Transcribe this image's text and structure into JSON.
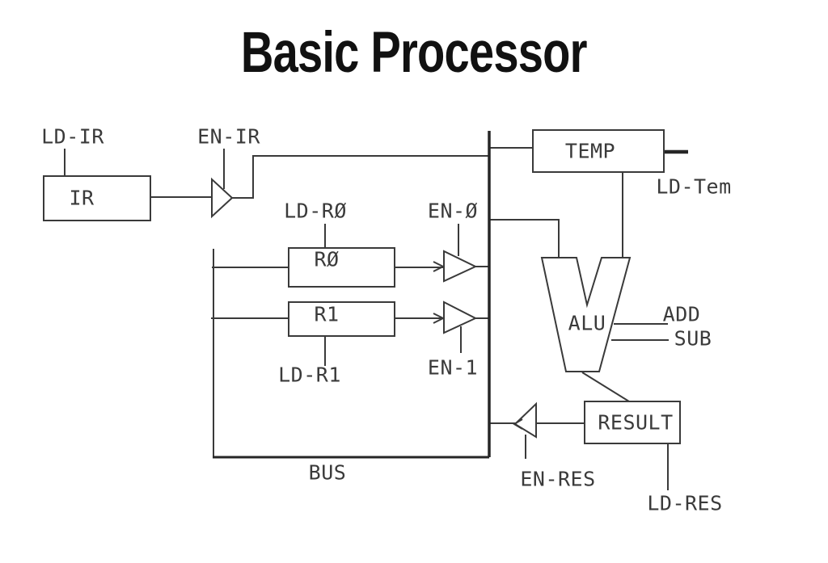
{
  "slide": {
    "title": "Basic Processor"
  },
  "diagram": {
    "blocks": {
      "ir": "IR",
      "r0": "RØ",
      "r1": "R1",
      "temp": "TEMP",
      "alu": "ALU",
      "result": "RESULT",
      "bus": "BUS"
    },
    "signals": {
      "ld_ir": "LD-IR",
      "en_ir": "EN-IR",
      "ld_r0": "LD-RØ",
      "en_0": "EN-Ø",
      "ld_r1": "LD-R1",
      "en_1": "EN-1",
      "ld_tem": "LD-Tem",
      "add": "ADD",
      "sub": "SUB",
      "en_res": "EN-RES",
      "ld_res": "LD-RES"
    },
    "colors": {
      "background": "#ffffff",
      "line": "#3a3a3a",
      "bus": "#262626",
      "text": "#3a3a3a",
      "title": "#111111"
    }
  }
}
